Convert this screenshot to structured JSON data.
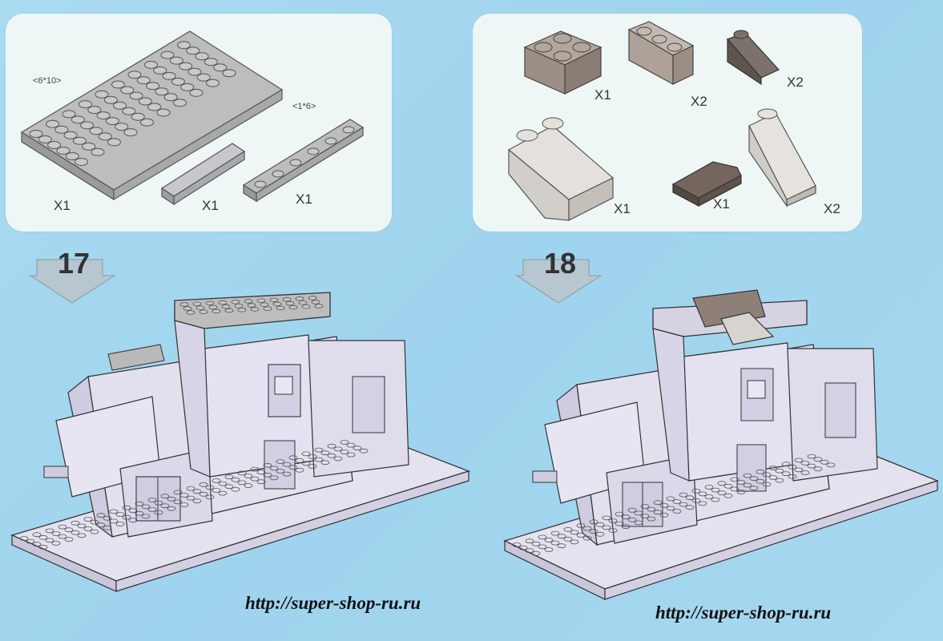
{
  "left_panel": {
    "plate_dim_label": "<6*10>",
    "strip_dim_label": "<1*6>",
    "quantities": [
      "X1",
      "X1",
      "X1"
    ]
  },
  "right_panel": {
    "quantities": [
      "X1",
      "X2",
      "X2",
      "X1",
      "X1",
      "X2"
    ]
  },
  "steps": [
    "17",
    "18"
  ],
  "watermark": "http://super-shop-ru.ru",
  "colors": {
    "background": "#a6d8ef",
    "panel": "#eef6f6",
    "model_light": "#e7e4f2",
    "model_mid": "#cfcbe0",
    "plate_grey": "#bdbdbd",
    "dark_brown": "#7a6d66",
    "brick_tan": "#b3a69c"
  }
}
